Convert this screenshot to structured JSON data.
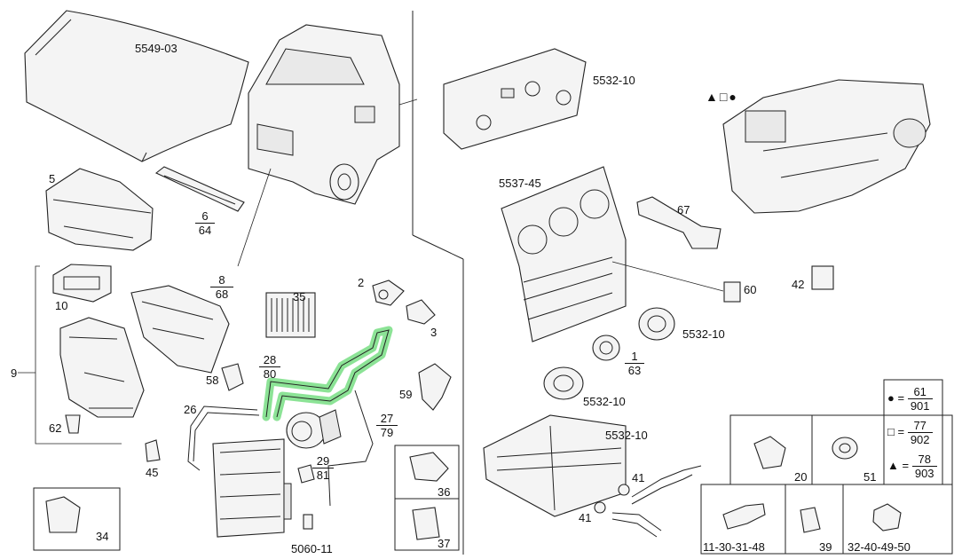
{
  "title_refs": {
    "hood": "5549-03",
    "control_panel": "5532-10",
    "dash_panel": "5537-45",
    "condenser": "5060-11",
    "heater_core": "5532-10",
    "knob_right": "5532-10",
    "knob_bottom": "5532-10"
  },
  "callouts": {
    "c2": "2",
    "c3": "3",
    "c5": "5",
    "c9": "9",
    "c10": "10",
    "c20": "20",
    "c26": "26",
    "c34": "34",
    "c35": "35",
    "c36": "36",
    "c37": "37",
    "c39": "39",
    "c41a": "41",
    "c41b": "41",
    "c42": "42",
    "c45": "45",
    "c51": "51",
    "c58": "58",
    "c59": "59",
    "c60": "60",
    "c62": "62",
    "c67": "67",
    "c11_48": "11-30-31-48",
    "c32_50": "32-40-49-50"
  },
  "fractions": {
    "f6_64": {
      "num": "6",
      "den": "64"
    },
    "f8_68": {
      "num": "8",
      "den": "68"
    },
    "f28_80": {
      "num": "28",
      "den": "80"
    },
    "f27_79": {
      "num": "27",
      "den": "79"
    },
    "f29_81": {
      "num": "29",
      "den": "81"
    },
    "f1_63": {
      "num": "1",
      "den": "63"
    }
  },
  "legend": {
    "symbols": "▲□●",
    "rows": [
      {
        "symbol": "●",
        "num": "61",
        "den": "901"
      },
      {
        "symbol": "□",
        "num": "77",
        "den": "902"
      },
      {
        "symbol": "▲",
        "num": "78",
        "den": "903"
      }
    ]
  },
  "colors": {
    "highlight": "#2ecc40",
    "line": "#222222"
  }
}
